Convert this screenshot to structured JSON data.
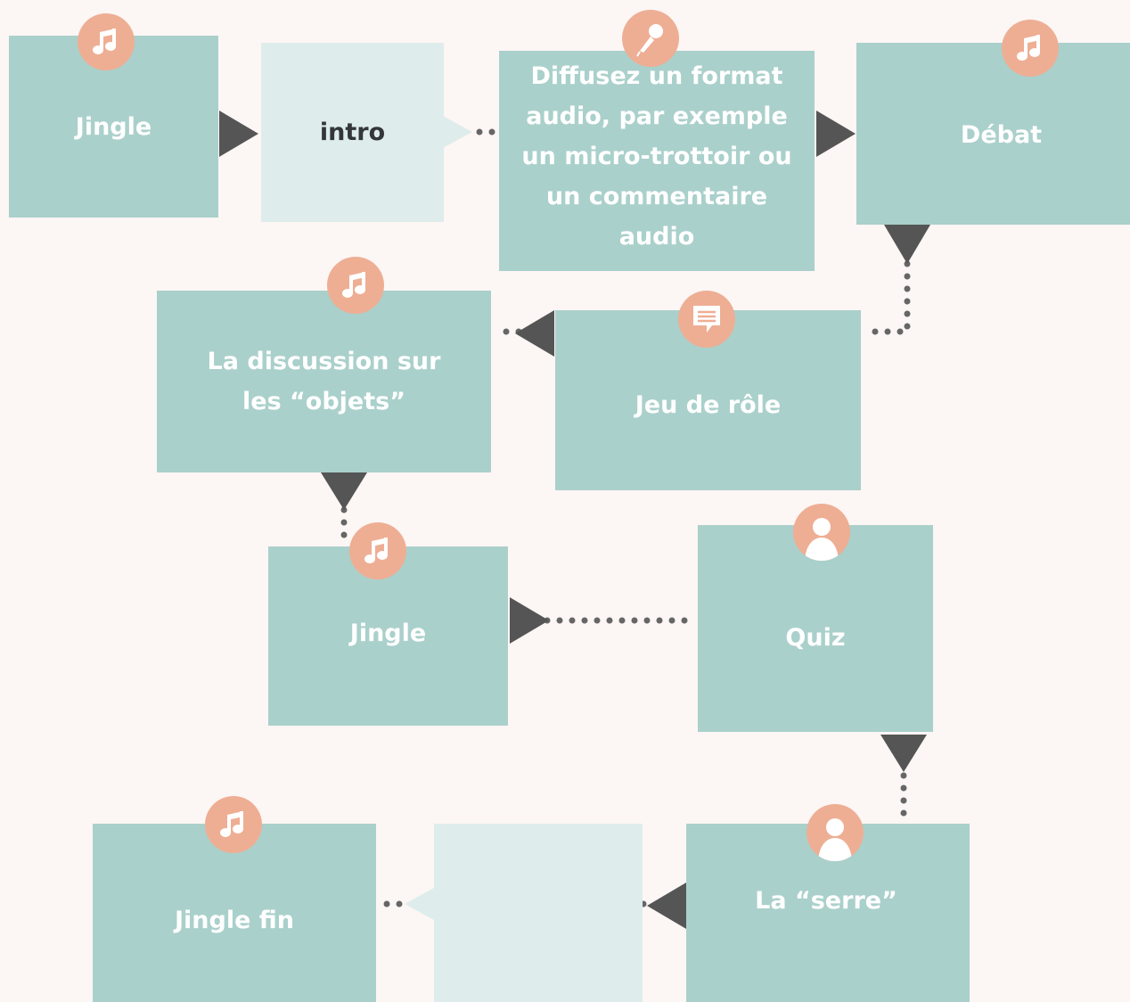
{
  "colors": {
    "background": "#fcf6f4",
    "box": "#aad0cb",
    "box_light": "#deedeb",
    "badge": "#eeae94",
    "arrow": "#555555",
    "dots": "#666666"
  },
  "nodes": [
    {
      "id": "jingle-1",
      "label": "Jingle",
      "icon": "music-note-icon"
    },
    {
      "id": "intro",
      "label": "intro",
      "icon": ""
    },
    {
      "id": "audio-format",
      "label": "Diffusez un format audio, par exemple un micro-trottoir ou un commentaire audio",
      "icon": "microphone-icon"
    },
    {
      "id": "debat",
      "label": "Débat",
      "icon": "music-note-icon"
    },
    {
      "id": "jeu-de-role",
      "label": "Jeu de rôle",
      "icon": "chat-bubble-icon"
    },
    {
      "id": "discussion",
      "label": "La discussion sur les “objets”",
      "icon": "music-note-icon"
    },
    {
      "id": "jingle-2",
      "label": "Jingle",
      "icon": "music-note-icon"
    },
    {
      "id": "quiz",
      "label": "Quiz",
      "icon": "person-icon"
    },
    {
      "id": "serre",
      "label": "La “serre”",
      "icon": "person-icon"
    },
    {
      "id": "empty-bubble",
      "label": "",
      "icon": ""
    },
    {
      "id": "jingle-fin",
      "label": "Jingle fin",
      "icon": "music-note-icon"
    }
  ],
  "edges": [
    {
      "from": "jingle-1",
      "to": "intro"
    },
    {
      "from": "intro",
      "to": "audio-format"
    },
    {
      "from": "audio-format",
      "to": "debat"
    },
    {
      "from": "debat",
      "to": "jeu-de-role"
    },
    {
      "from": "jeu-de-role",
      "to": "discussion"
    },
    {
      "from": "discussion",
      "to": "jingle-2"
    },
    {
      "from": "jingle-2",
      "to": "quiz"
    },
    {
      "from": "quiz",
      "to": "serre"
    },
    {
      "from": "serre",
      "to": "empty-bubble"
    },
    {
      "from": "empty-bubble",
      "to": "jingle-fin"
    }
  ]
}
